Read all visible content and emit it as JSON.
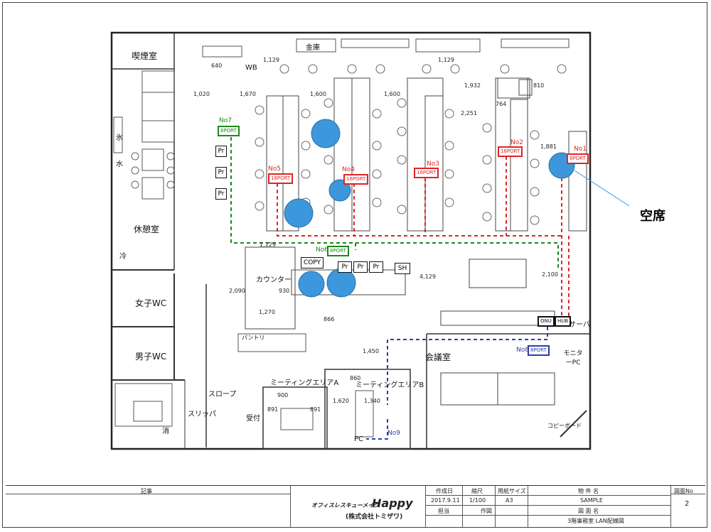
{
  "rooms": {
    "smoking": "喫煙室",
    "lounge": "休憩室",
    "womens_wc": "女子WC",
    "mens_wc": "男子WC",
    "counter": "カウンター",
    "conference": "会議室",
    "meeting_a": "ミーティングエリアA",
    "meeting_b": "ミーティングエリアB",
    "slope": "スロープ",
    "slipper": "スリッパ",
    "reception": "受付",
    "safe": "金庫",
    "wb": "WB",
    "server": "サーバ",
    "monitor_pc": "モニターPC",
    "copy": "COPY",
    "sh": "SH",
    "whiteboard": "コピーボード",
    "pantry": "パントリ",
    "ice": "氷",
    "water": "水",
    "cold": "冷",
    "pc": "PC",
    "trash": "消"
  },
  "nodes": [
    {
      "no": "No1",
      "port": "8PORT",
      "color": "red"
    },
    {
      "no": "No2",
      "port": "16PORT",
      "color": "red"
    },
    {
      "no": "No3",
      "port": "16PORT",
      "color": "red"
    },
    {
      "no": "No4",
      "port": "16PORT",
      "color": "red"
    },
    {
      "no": "No5",
      "port": "16PORT",
      "color": "red"
    },
    {
      "no": "No6",
      "port": "8PORT",
      "color": "green"
    },
    {
      "no": "No7",
      "port": "8PORT",
      "color": "green"
    },
    {
      "no": "No8",
      "port": "8PORT",
      "color": "blue"
    },
    {
      "no": "No9",
      "port": "",
      "color": "blue"
    }
  ],
  "equipment": {
    "onu": "ONU",
    "hub": "HUB",
    "printer": "Pr"
  },
  "dimensions": [
    "640",
    "1,129",
    "1,020",
    "1,670",
    "1,600",
    "1,600",
    "1,129",
    "1,932",
    "810",
    "2,251",
    "764",
    "1,881",
    "2,090",
    "930",
    "1,270",
    "866",
    "4,129",
    "2,100",
    "1,450",
    "860",
    "1,620",
    "1,340",
    "891",
    "900",
    "891",
    "1,129"
  ],
  "annotation": "空席",
  "title_block": {
    "remarks_header": "記事",
    "company_tagline": "オフィスレスキューメイク",
    "brand": "Happy",
    "company": "(株式会社トミザワ)",
    "created_label": "作成日",
    "created": "2017.9.11",
    "scale_label": "縮尺",
    "scale": "1/100",
    "paper_label": "用紙サイズ",
    "paper": "A3",
    "author_label": "担当",
    "maker_label": "作図",
    "property_label": "物 件 名",
    "property": "SAMPLE",
    "drawing_label": "図 面 名",
    "drawing": "3階事務室 LAN配線図",
    "drawing_no_label": "図面No",
    "drawing_no": "2"
  },
  "colors": {
    "red": "#e02424",
    "green": "#1b8a1b",
    "blue": "#2b3ea8",
    "seat": "#3c97dc"
  }
}
